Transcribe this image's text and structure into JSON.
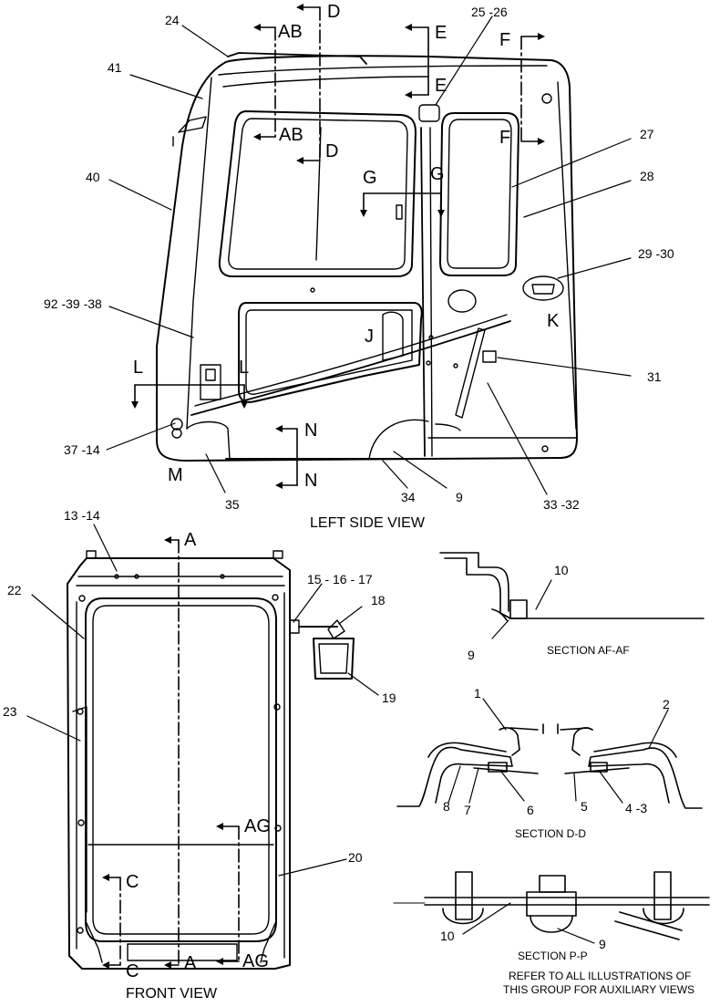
{
  "views": {
    "left_side": "LEFT SIDE VIEW",
    "front": "FRONT VIEW",
    "section_af": "SECTION AF-AF",
    "section_dd": "SECTION D-D",
    "section_pp": "SECTION P-P"
  },
  "note": {
    "line1": "REFER TO ALL ILLUSTRATIONS OF",
    "line2": "THIS GROUP FOR AUXILIARY VIEWS"
  },
  "callouts": {
    "c24": "24",
    "c41": "41",
    "c40": "40",
    "c25_26": "25 -26",
    "c27": "27",
    "c28": "28",
    "c29_30": "29 -30",
    "c92_39_38": "92 -39 -38",
    "c31": "31",
    "c37_14": "37 -14",
    "c35": "35",
    "c34": "34",
    "c9a": "9",
    "c33_32": "33 -32",
    "c13_14": "13 -14",
    "c22": "22",
    "c23": "23",
    "c15_16_17": "15 - 16 - 17",
    "c18": "18",
    "c19": "19",
    "c20": "20",
    "c10a": "10",
    "c9b": "9",
    "c1": "1",
    "c2": "2",
    "c8": "8",
    "c7": "7",
    "c6": "6",
    "c5": "5",
    "c4_3": "4 -3",
    "c10b": "10",
    "c9c": "9"
  },
  "section_letters": {
    "d_top": "D",
    "d_bot": "D",
    "ab_top": "AB",
    "ab_bot": "AB",
    "e_top": "E",
    "e_bot": "E",
    "f_top": "F",
    "f_bot": "F",
    "g_left": "G",
    "g_right": "G",
    "k": "K",
    "j": "J",
    "l_left": "L",
    "l_right": "L",
    "n_top": "N",
    "n_bot": "N",
    "m": "M",
    "a_top": "A",
    "a_bot": "A",
    "ag_top": "AG",
    "ag_bot": "AG",
    "c_top": "C",
    "c_bot": "C"
  }
}
